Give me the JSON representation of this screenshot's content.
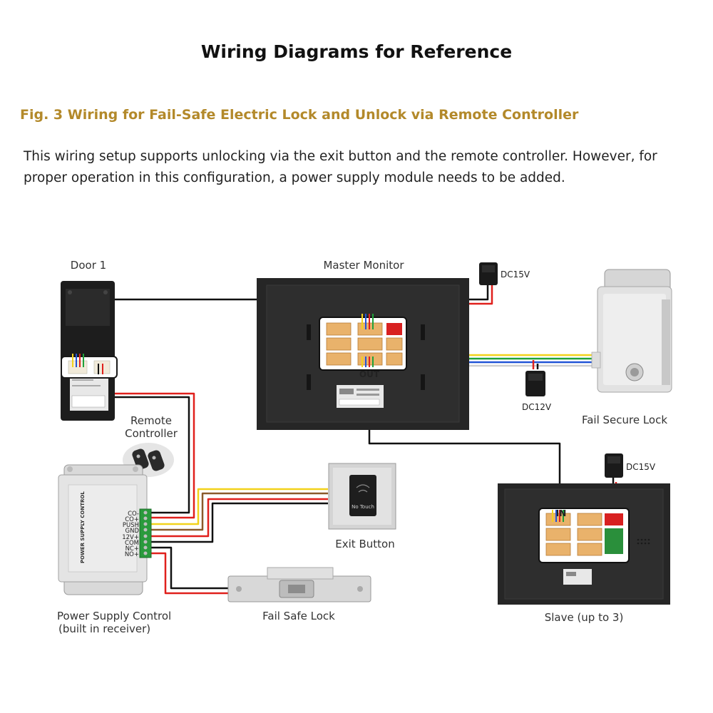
{
  "header": {
    "title": "Wiring Diagrams for Reference"
  },
  "figure": {
    "title": "Fig. 3 Wiring for Fail-Safe Electric Lock and Unlock via Remote Controller",
    "description_line1": "This wiring setup supports unlocking via the exit button and the remote controller. However, for",
    "description_line2": "proper operation in this configuration, a power supply module needs to be added."
  },
  "components": {
    "door": "Door 1",
    "master_monitor": "Master Monitor",
    "remote_controller_line1": "Remote",
    "remote_controller_line2": "Controller",
    "fail_secure_lock": "Fail Secure Lock",
    "exit_button": "Exit Button",
    "power_supply_line1": "Power Supply Control",
    "power_supply_line2": "(built in receiver)",
    "fail_safe_lock": "Fail Safe Lock",
    "slave": "Slave (up to 3)"
  },
  "adapters": {
    "master": "DC15V",
    "lock": "DC12V",
    "slave": "DC15V"
  },
  "ports": {
    "out": "OUT",
    "in": "IN"
  },
  "power_supply_terminals": [
    "CO-",
    "CO+",
    "PUSH",
    "GND",
    "12V+",
    "COM",
    "NC+",
    "NO+"
  ],
  "power_supply_panel_label": "POWER SUPPLY CONTROL",
  "exit_button_face": "No Touch",
  "colors": {
    "accent_gold": "#b3892a",
    "wire_red": "#e0201c",
    "wire_black": "#111111",
    "wire_yellow": "#f2d21b",
    "wire_blue": "#2255d6",
    "wire_green": "#1fa23a",
    "monitor_body": "#2a2a2a"
  }
}
